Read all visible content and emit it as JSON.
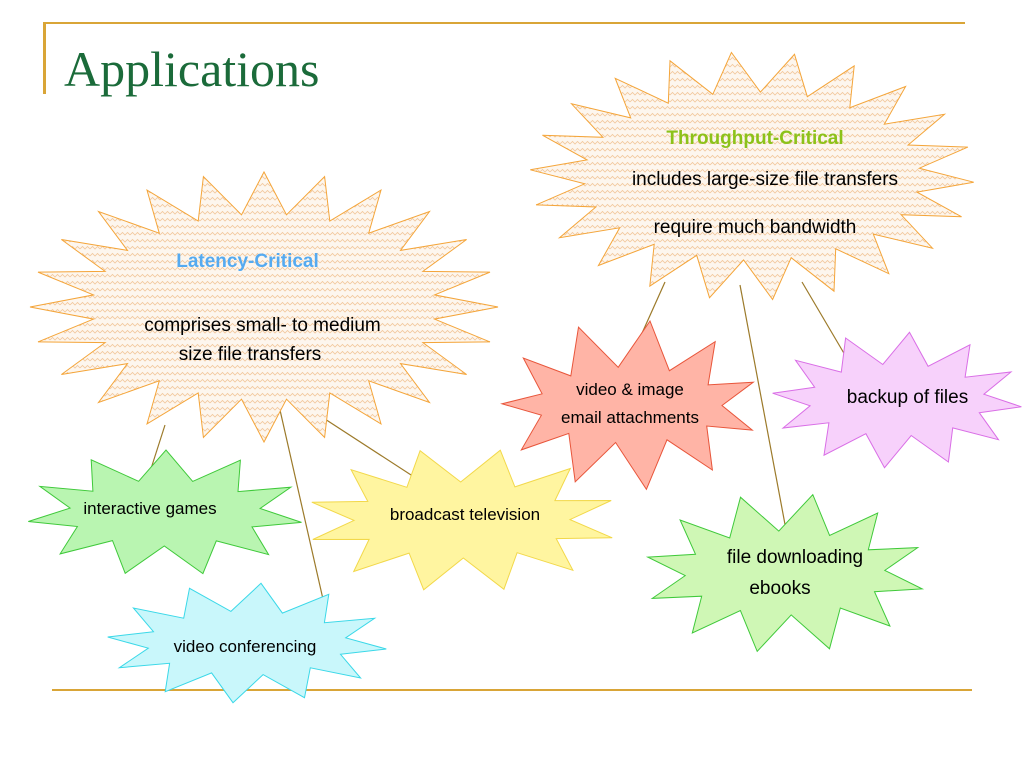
{
  "title": "Applications",
  "colors": {
    "title": "#1b6b3a",
    "rule": "#d9a537",
    "latency_head": "#55aaf0",
    "throughput_head": "#8cc21a",
    "connector": "#9c7a2a"
  },
  "throughput": {
    "heading": "Throughput-Critical",
    "line1": "includes large-size file transfers",
    "line2": "require much bandwidth"
  },
  "latency": {
    "heading": "Latency-Critical",
    "line1": "comprises small- to medium",
    "line2": "size file transfers"
  },
  "apps": {
    "interactive_games": "interactive games",
    "broadcast_tv": "broadcast television",
    "video_conf": "video conferencing",
    "video_image_1": "video & image",
    "video_image_2": "email attachments",
    "backup": "backup of files",
    "file_dl_1": "file downloading",
    "file_dl_2": "ebooks"
  },
  "fills": {
    "interactive_games": "#b9f5b1",
    "broadcast_tv": "#fff5a0",
    "video_conf": "#c9f7fb",
    "video_image": "#ffb4a6",
    "backup": "#f7d1fb",
    "file_dl": "#cff7b5"
  }
}
